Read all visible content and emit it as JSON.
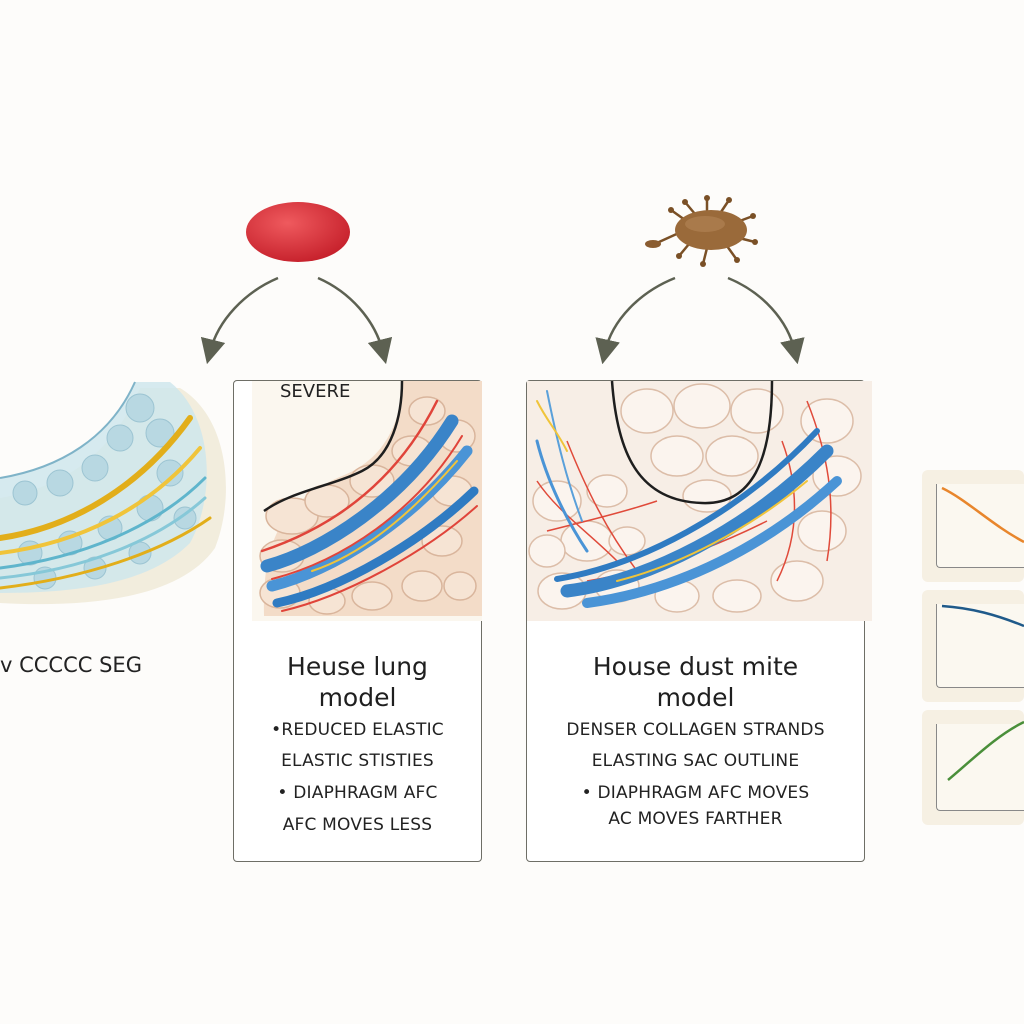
{
  "left_fragment": {
    "label": "v CCCCC SEG"
  },
  "panel_1": {
    "corner_label": "SEVERE",
    "title_line_1": "Heuse lung",
    "title_line_2": "model",
    "bullets": [
      "•REDUCED ELASTIC",
      "ELASTIC STISTIES",
      "• DIAPHRAGM AFC",
      "AFC MOVES LESS"
    ]
  },
  "panel_2": {
    "title_line_1": "House dust mite",
    "title_line_2": "model",
    "bullets": [
      "DENSER COLLAGEN STRANDS",
      "ELASTING SAC OUTLINE",
      "• DIAPHRAGM AFC MOVES",
      "AC MOVES FARTHER"
    ]
  },
  "icons": {
    "left": "red-blood-cell-icon",
    "right": "dust-mite-icon"
  },
  "colors": {
    "orange_curve": "#e8862c",
    "blue_curve": "#1f5a8a",
    "green_curve": "#4a8f3a",
    "red_cell": "#d8323a",
    "mite": "#9a6a3a"
  }
}
